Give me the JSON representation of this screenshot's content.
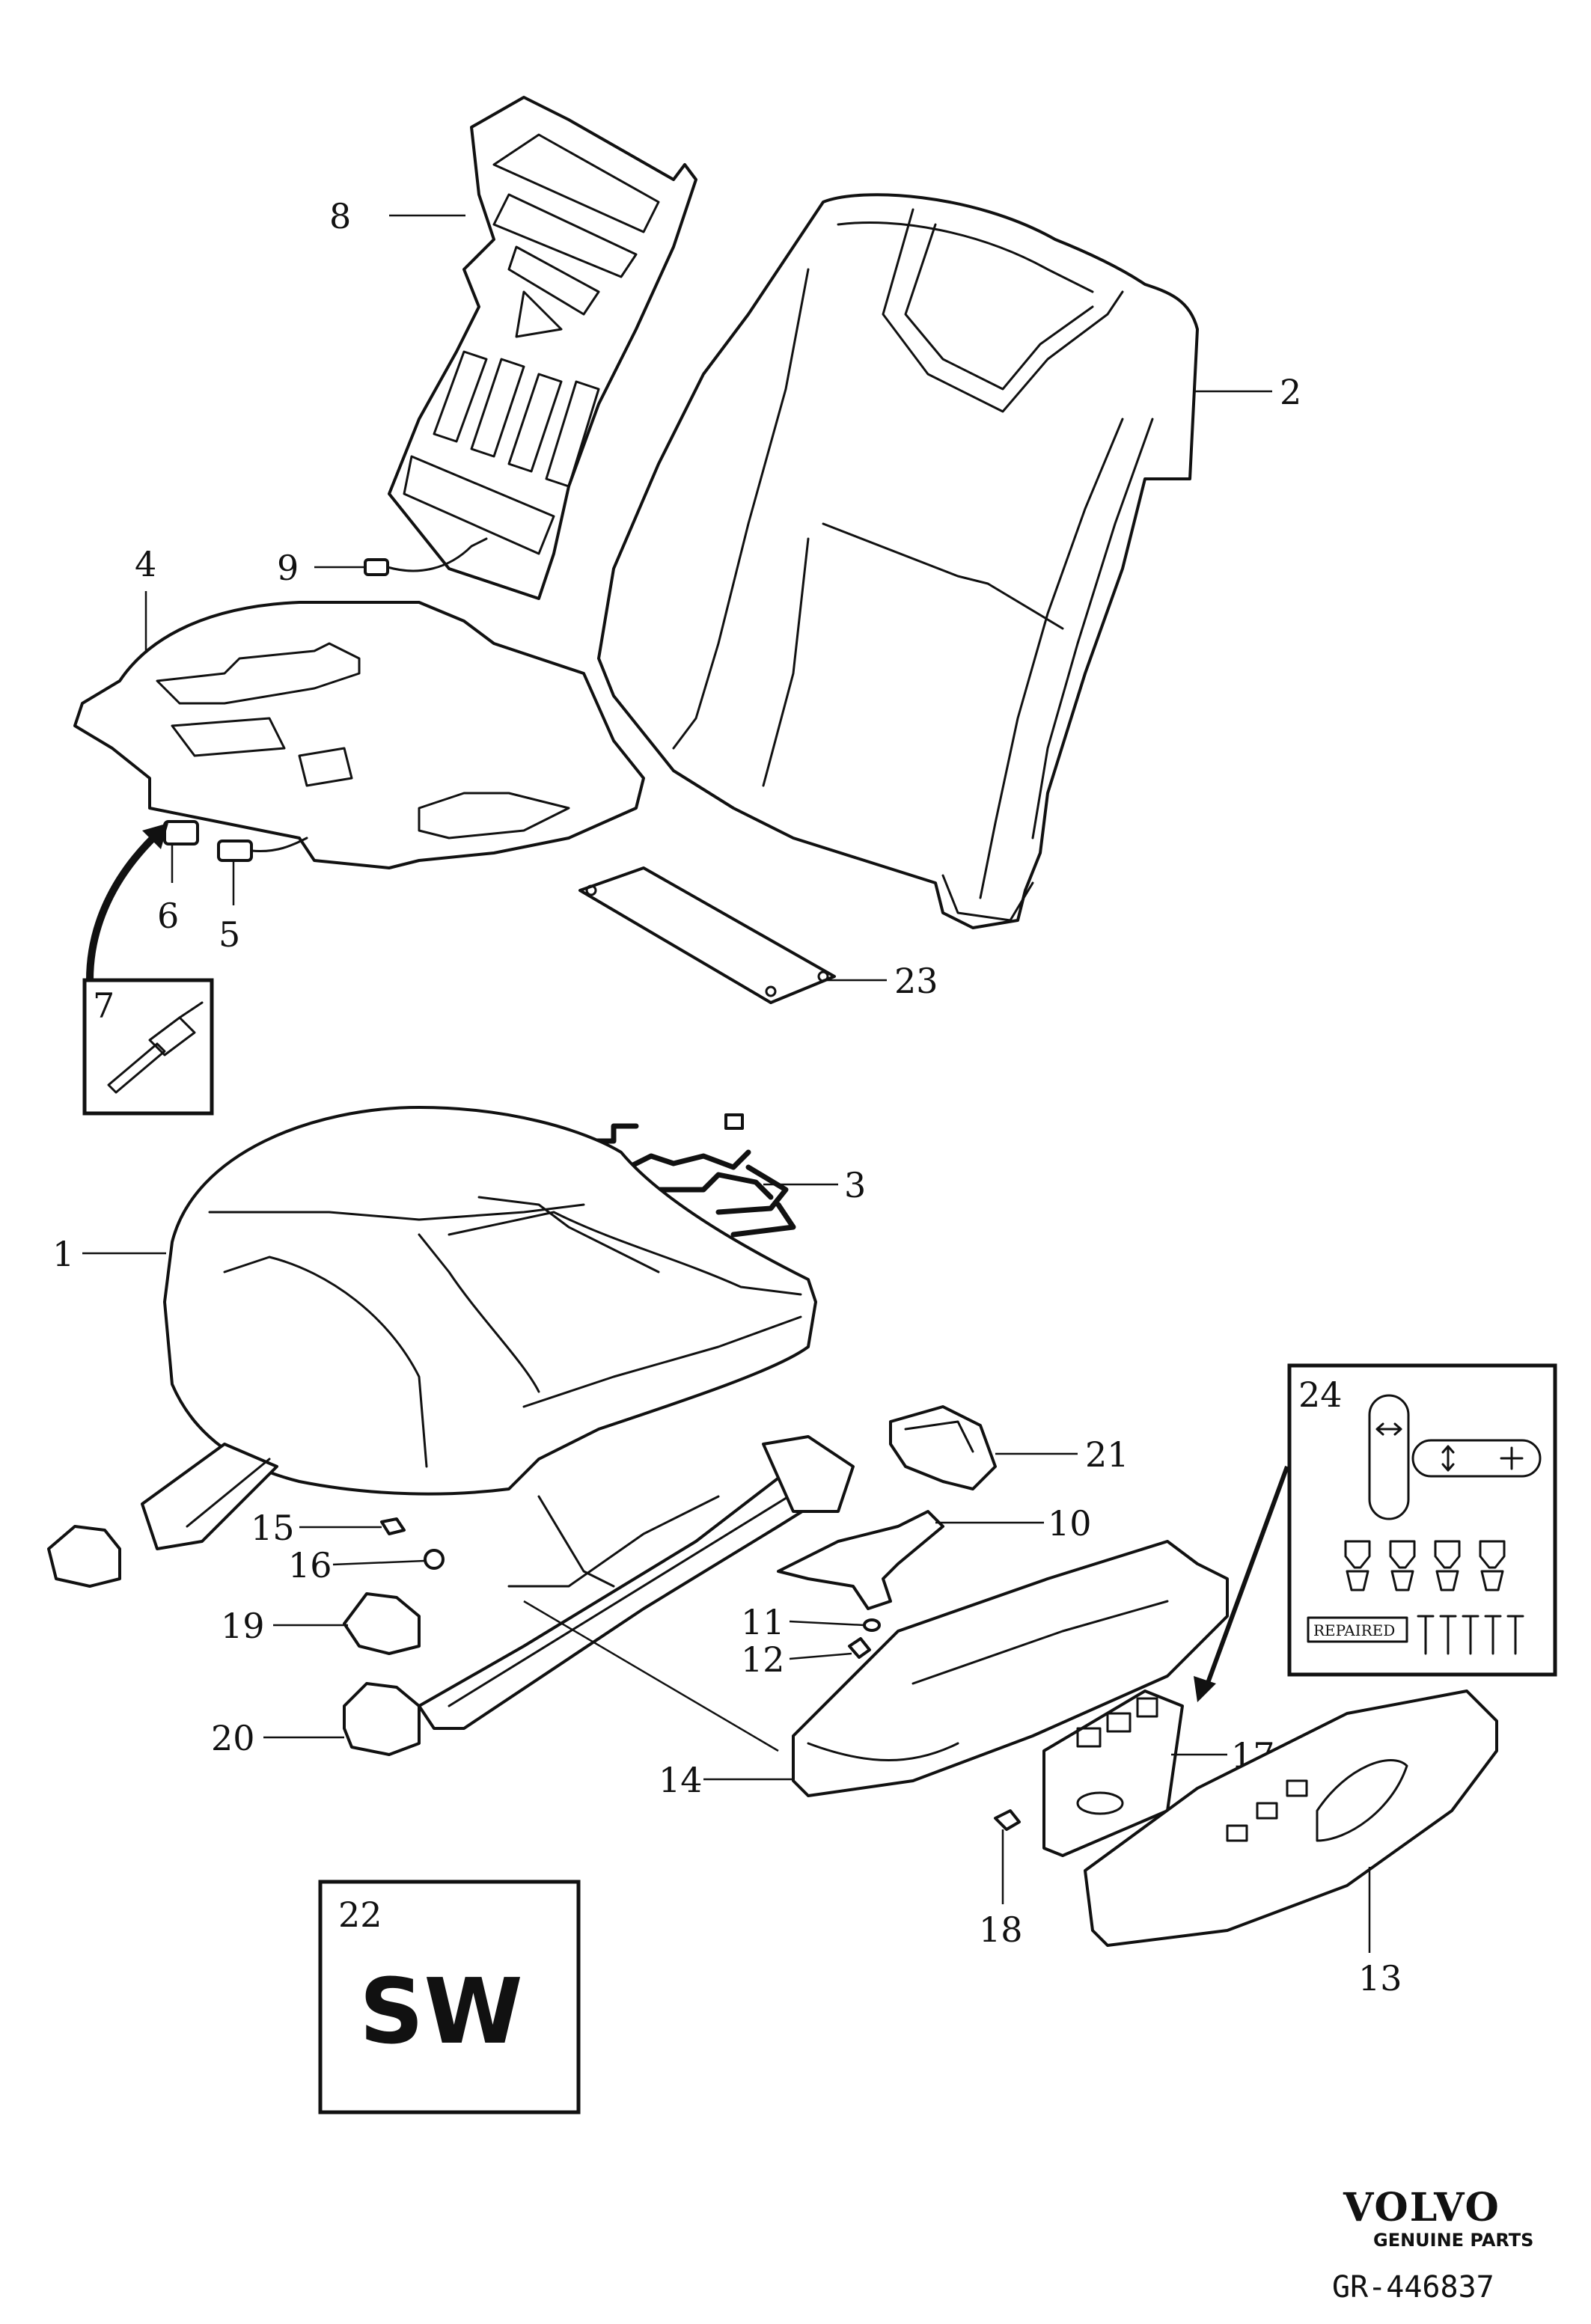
{
  "callouts": {
    "c1": "1",
    "c2": "2",
    "c3": "3",
    "c4": "4",
    "c5": "5",
    "c6": "6",
    "c7": "7",
    "c8": "8",
    "c9": "9",
    "c10": "10",
    "c11": "11",
    "c12": "12",
    "c13": "13",
    "c14": "14",
    "c15": "15",
    "c16": "16",
    "c17": "17",
    "c18": "18",
    "c19": "19",
    "c20": "20",
    "c21": "21",
    "c22": "22",
    "c23": "23",
    "c24": "24"
  },
  "box22": {
    "text": "SW"
  },
  "box24": {
    "label": "REPAIRED"
  },
  "footer": {
    "brand": "VOLVO",
    "sub": "GENUINE PARTS",
    "ref": "GR-446837"
  }
}
